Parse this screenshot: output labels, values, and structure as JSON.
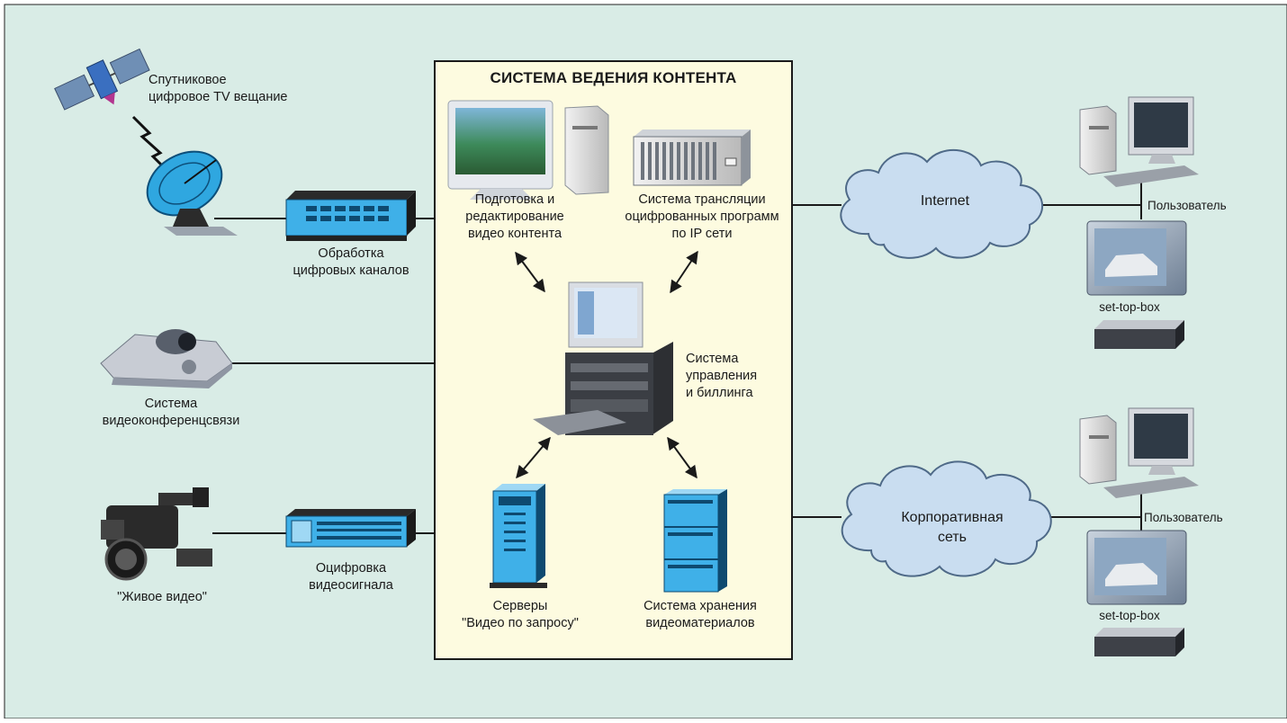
{
  "colors": {
    "background": "#d9ece6",
    "content_box": "#fdfbe0",
    "cloud": "#c9ddf0",
    "device_blue": "#3fb0e8",
    "line": "#1a1a1a"
  },
  "content_system": {
    "title": "СИСТЕМА ВЕДЕНИЯ КОНТЕНТА",
    "editing_label": [
      "Подготовка и",
      "редактирование",
      "видео контента"
    ],
    "broadcast_label": [
      "Система трансляции",
      "оцифрованных программ",
      "по IP сети"
    ],
    "billing_label": [
      "Система",
      "управления",
      "и биллинга"
    ],
    "vod_label": [
      "Серверы",
      "\"Видео по запросу\""
    ],
    "storage_label": [
      "Система хранения",
      "видеоматериалов"
    ]
  },
  "sources": {
    "satellite_label": [
      "Спутниковое",
      "цифровое TV вещание"
    ],
    "channel_processing_label": [
      "Обработка",
      "цифровых каналов"
    ],
    "videoconf_label": [
      "Система",
      "видеоконференцсвязи"
    ],
    "live_video_label": "\"Живое видео\"",
    "digitizing_label": [
      "Оцифровка",
      "видеосигнала"
    ]
  },
  "networks": {
    "internet_label": "Internet",
    "corporate_label": [
      "Корпоративная",
      "сеть"
    ]
  },
  "users": {
    "user_label_top": "Пользователь",
    "stb_label_top": "set-top-box",
    "user_label_bottom": "Пользователь",
    "stb_label_bottom": "set-top-box"
  }
}
